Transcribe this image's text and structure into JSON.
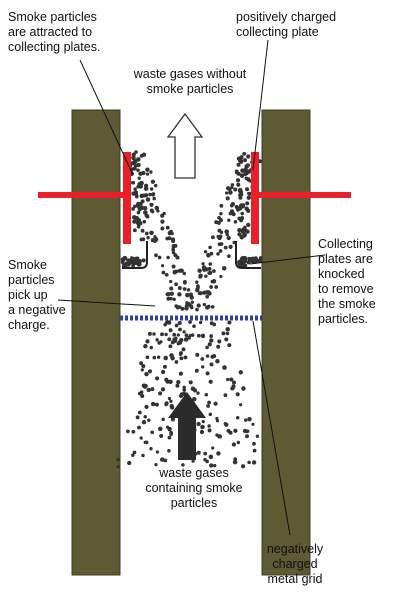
{
  "labels": {
    "smoke_attracted": "Smoke particles\nare attracted to\ncollecting plates.",
    "positively_charged": "positively charged\ncollecting plate",
    "waste_without": "waste gases without\nsmoke particles",
    "smoke_pick_up": "Smoke\nparticles\npick up\na negative\ncharge.",
    "plates_knocked": "Collecting\nplates are\nknocked\nto remove\nthe smoke\nparticles.",
    "waste_containing": "waste gases\ncontaining smoke\nparticles",
    "negatively_charged": "negatively\ncharged\nmetal grid"
  },
  "colors": {
    "chimney_wall": "#5e5a34",
    "plate": "#e8202a",
    "grid": "#2a3fa8",
    "particle": "#333333",
    "arrow_dark": "#2b2b2b"
  },
  "icons": {
    "up_arrow_outline": "outline-up-arrow-icon",
    "up_arrow_filled": "filled-up-arrow-icon"
  }
}
